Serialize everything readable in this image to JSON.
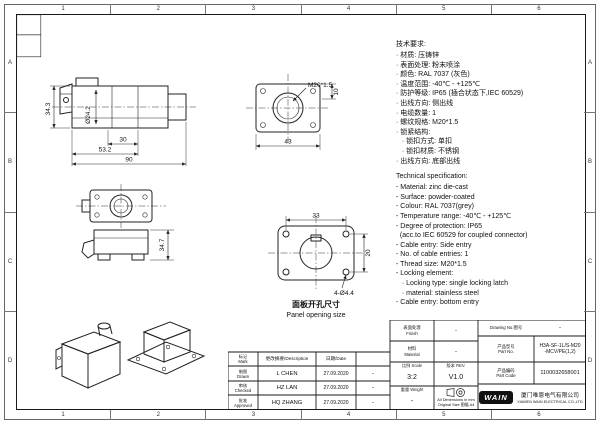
{
  "sheet": {
    "grid_top": [
      "1",
      "2",
      "3",
      "4",
      "5",
      "6"
    ],
    "grid_bottom": [
      "1",
      "2",
      "3",
      "4",
      "5",
      "6"
    ],
    "grid_left": [
      "A",
      "B",
      "C",
      "D"
    ],
    "grid_right": [
      "A",
      "B",
      "C",
      "D"
    ]
  },
  "views": {
    "dims": {
      "h_34_3": "34.3",
      "dia_24_2": "Ø24.2",
      "thread_m20": "M20*1.5",
      "len_30": "30",
      "len_53_2": "53.2",
      "len_90": "90",
      "len_43": "43",
      "len_10": "10",
      "h_34_7": "34.7",
      "len_33": "33",
      "h_20": "20",
      "holes": "4-Ø4.4"
    },
    "panel_opening": {
      "label_cn": "面板开孔尺寸",
      "label_en": "Panel opening size"
    }
  },
  "specs_cn": {
    "title": "技术要求:",
    "lines": [
      "· 材质: 压铸锌",
      "· 表面处理: 粉末喷涂",
      "· 颜色: RAL 7037 (灰色)",
      "· 温度范围: -40℃ - +125℃",
      "· 防护等级: IP65 (插合状态下,IEC 60529)",
      "· 出线方向: 侧出线",
      "· 电缆数量: 1",
      "· 螺纹规格: M20*1.5",
      "· 锁紧结构:",
      "   · 锁扣方式: 单扣",
      "   · 锁扣材质: 不锈钢",
      "· 出线方向: 底部出线"
    ]
  },
  "specs_en": {
    "title": "Technical specification:",
    "lines": [
      "- Material: zinc die-cast",
      "- Surface: powder-coated",
      "- Colour: RAL 7037(grey)",
      "- Temperature range: -40℃ - +125℃",
      "- Degree of protection: IP65",
      "  (acc.to IEC 60529 for coupled connector)",
      "- Cable entry: Side entry",
      "- No. of cable entries: 1",
      "- Thread size: M20*1.5",
      "- Locking element:",
      "   · Locking type: single locking latch",
      "   · material: stainless steel",
      "- Cable entry: bottom entry"
    ]
  },
  "title_block": {
    "finish_label": "表面处理\nFinish",
    "finish_value": "-",
    "material_label": "材料\nMaterial",
    "material_value": "-",
    "drawing_no_label": "Drawing No.图号",
    "drawing_no_value": "-",
    "part_no_label": "产品型号\nPart No.",
    "part_no_value_1": "H3A-SF-1L/S-M20",
    "part_no_value_2": "-MCV/PE(1,2)",
    "part_code_label": "产品编码\nPart Code",
    "part_code_value": "1100032658001",
    "scale_label": "比例 Scale",
    "scale_value": "3:2",
    "rev_label": "版本 REV.",
    "rev_value": "V1.0",
    "weight_label": "重量 Weight",
    "weight_value": "-",
    "note_line_1": "All Dimensions in mm",
    "note_line_2": "Original Size 图幅 A4",
    "revision_header": {
      "mark": "标记\nMark",
      "description": "更改摘要/Description",
      "date": "日期/Date"
    },
    "signatures": [
      {
        "role": "制图\nDrawn",
        "name": "L CHEN",
        "date": "27.09.2020",
        "stage": "-"
      },
      {
        "role": "审核\nChecked",
        "name": "HZ LAN",
        "date": "27.09.2020",
        "stage": "-"
      },
      {
        "role": "批准\nApproved",
        "name": "HQ ZHANG",
        "date": "27.09.2020",
        "stage": "-"
      }
    ],
    "company": {
      "logo": "WAIN",
      "name_cn": "厦门唯恩电气有限公司",
      "name_en": "XIAMEN WAIN ELECTRICAL CO.,LTD"
    }
  }
}
